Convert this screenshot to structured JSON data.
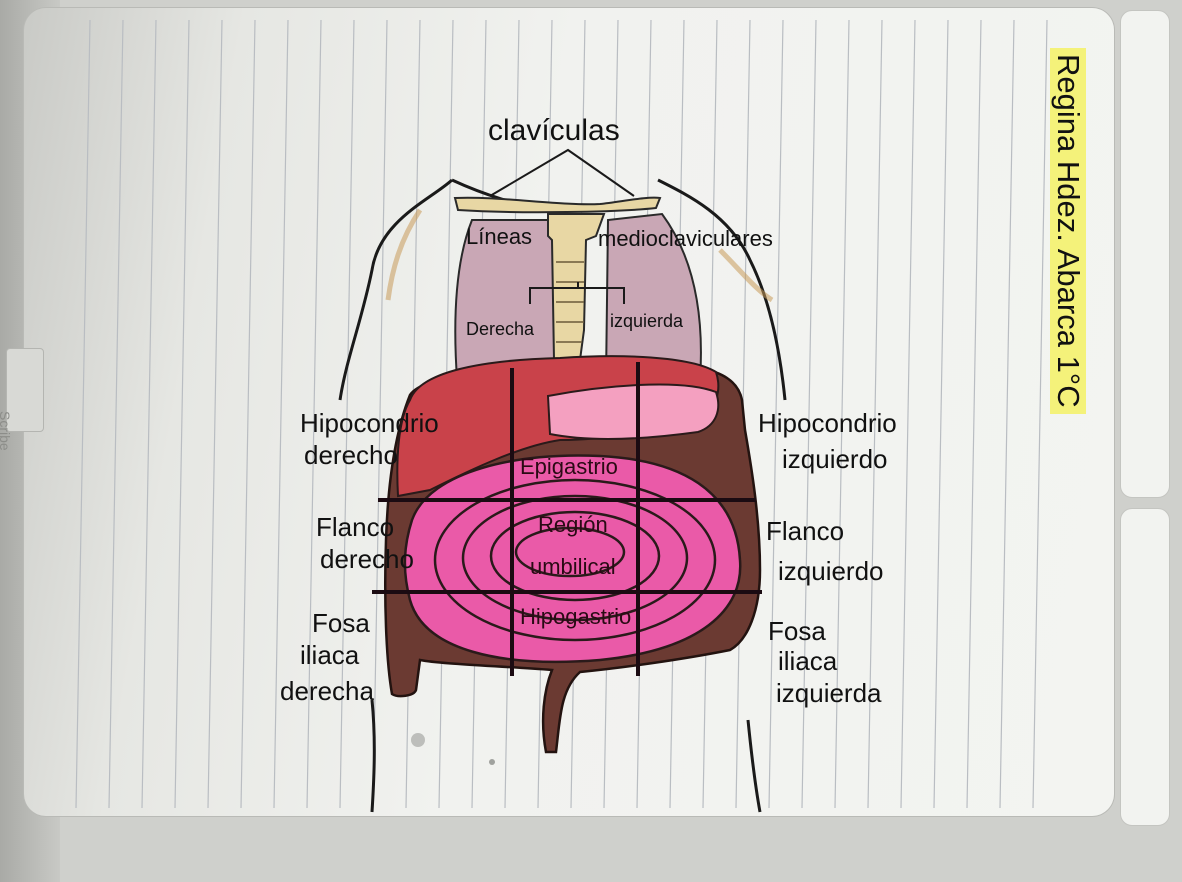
{
  "note": {
    "author": "Regina Hdez. Abarca 1°C",
    "tab": "Scribe"
  },
  "diagram": {
    "title": "clavículas",
    "lines": "Líneas",
    "lines_side": "medioclaviculares",
    "right_lung": "Derecha",
    "left_lung": "izquierda",
    "regions": {
      "hipocondrio_der": [
        "Hipocondrio",
        "derecho"
      ],
      "hipocondrio_izq": [
        "Hipocondrio",
        "izquierdo"
      ],
      "epigastrio": "Epigastrio",
      "flanco_der": [
        "Flanco",
        "derecho"
      ],
      "flanco_izq": [
        "Flanco",
        "izquierdo"
      ],
      "umbilical": [
        "Región",
        "umbilical"
      ],
      "hipogastrio": "Hipogastrio",
      "fosa_der": [
        "Fosa",
        "iliaca",
        "derecha"
      ],
      "fosa_izq": [
        "Fosa",
        "iliaca",
        "izquierda"
      ]
    }
  },
  "colors": {
    "lung": "#c9a7b5",
    "liver": "#c9424a",
    "stomach": "#f4a0c0",
    "intestine": "#ea5aa8",
    "colon": "#6b3a32",
    "sternum": "#e8d7a4",
    "highlighter": "#f4f27a"
  }
}
